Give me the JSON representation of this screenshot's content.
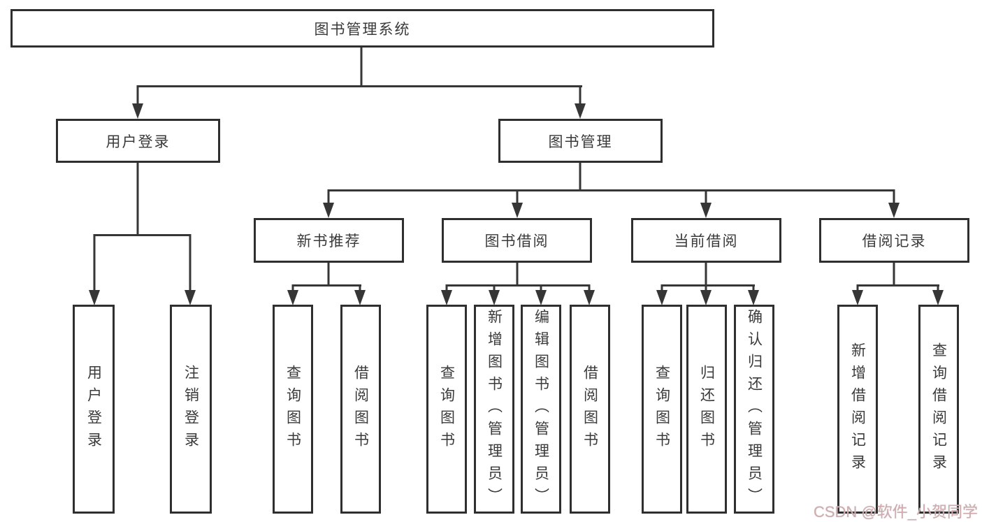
{
  "diagram_title": "图书管理系统",
  "nodes": {
    "root": "图书管理系统",
    "user_login": "用户登录",
    "book_mgmt": "图书管理",
    "new_book_rec": "新书推荐",
    "book_borrow": "图书借阅",
    "current_borrow": "当前借阅",
    "borrow_records": "借阅记录",
    "leaves": {
      "user_login": [
        "用户登录",
        "注销登录"
      ],
      "new_book_rec": [
        "查询图书",
        "借阅图书"
      ],
      "book_borrow": [
        "查询图书",
        "新增图书（管理员）",
        "编辑图书（管理员）",
        "借阅图书"
      ],
      "current_borrow": [
        "查询图书",
        "归还图书",
        "确认归还（管理员）"
      ],
      "borrow_records": [
        "新增借阅记录",
        "查询借阅记录"
      ]
    }
  },
  "watermark": "CSDN @软件_小贺同学",
  "colors": {
    "line": "#363636",
    "border": "#2f2f2f",
    "text": "#3a3a3a",
    "watermark": "#d2abaf",
    "background": "#ffffff"
  }
}
